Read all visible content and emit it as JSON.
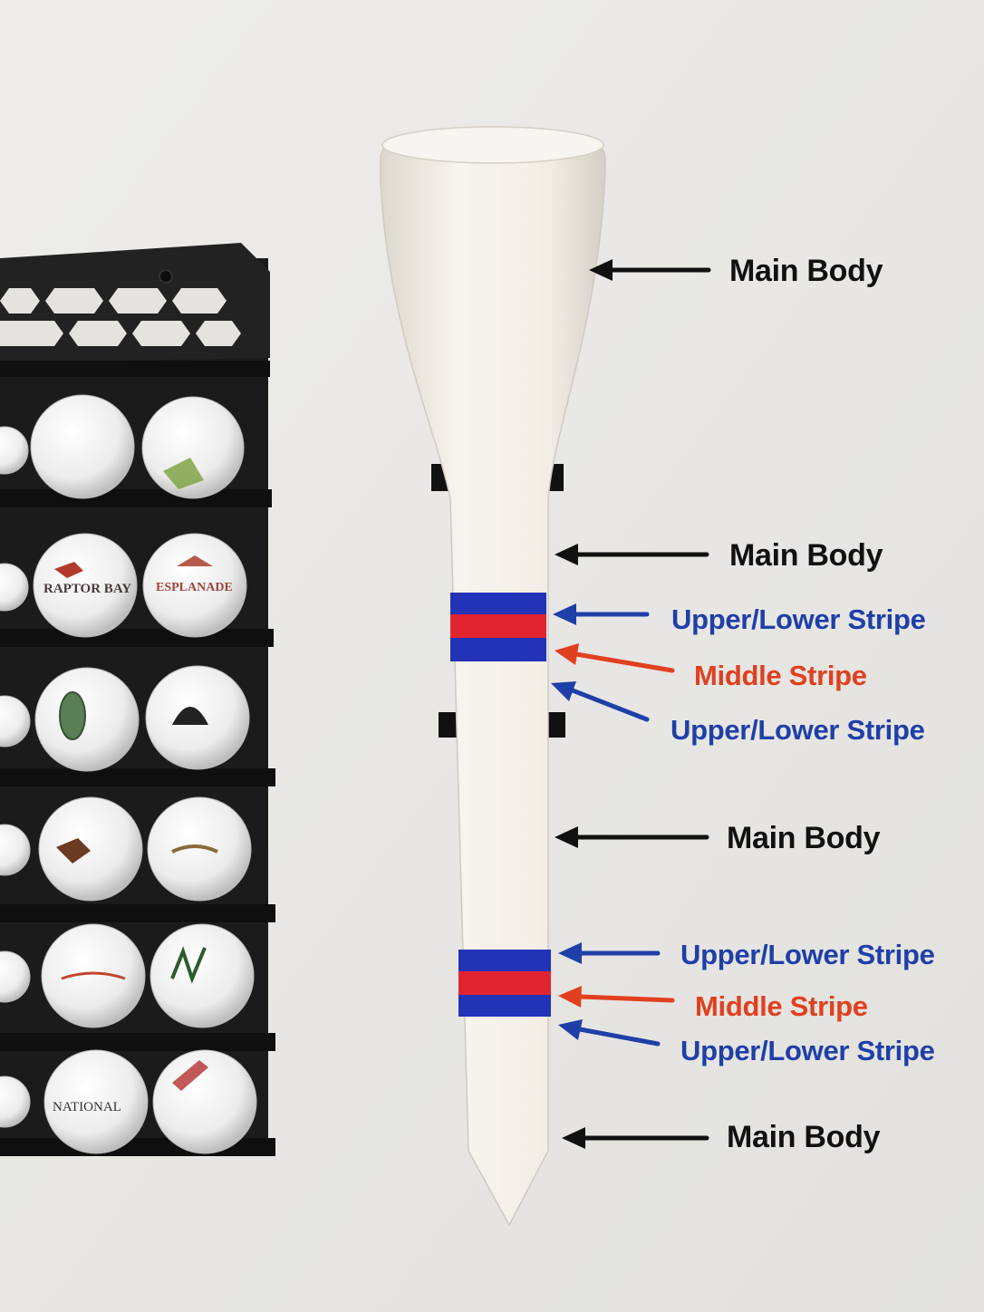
{
  "colors": {
    "background": "#e9e8e6",
    "tee_body": "#f2efe8",
    "stripe_blue": "#2233b8",
    "stripe_red": "#e22430",
    "label_black": "#111111",
    "label_blue": "#1f3fa8",
    "label_red": "#e0401f",
    "rack": "#1b1b1b"
  },
  "labels": {
    "main_body_1": "Main Body",
    "main_body_2": "Main Body",
    "upper_lower_stripe_1": "Upper/Lower Stripe",
    "middle_stripe_1": "Middle Stripe",
    "upper_lower_stripe_2": "Upper/Lower Stripe",
    "main_body_3": "Main Body",
    "upper_lower_stripe_3": "Upper/Lower Stripe",
    "middle_stripe_2": "Middle Stripe",
    "upper_lower_stripe_4": "Upper/Lower Stripe",
    "main_body_4": "Main Body"
  },
  "ball_logos": {
    "raptor_bay": "RAPTOR BAY",
    "esplanade": "ESPLANADE",
    "national": "NATIONAL"
  },
  "icons": {
    "arrow": "left-arrow-icon",
    "ball": "golf-ball-icon"
  }
}
